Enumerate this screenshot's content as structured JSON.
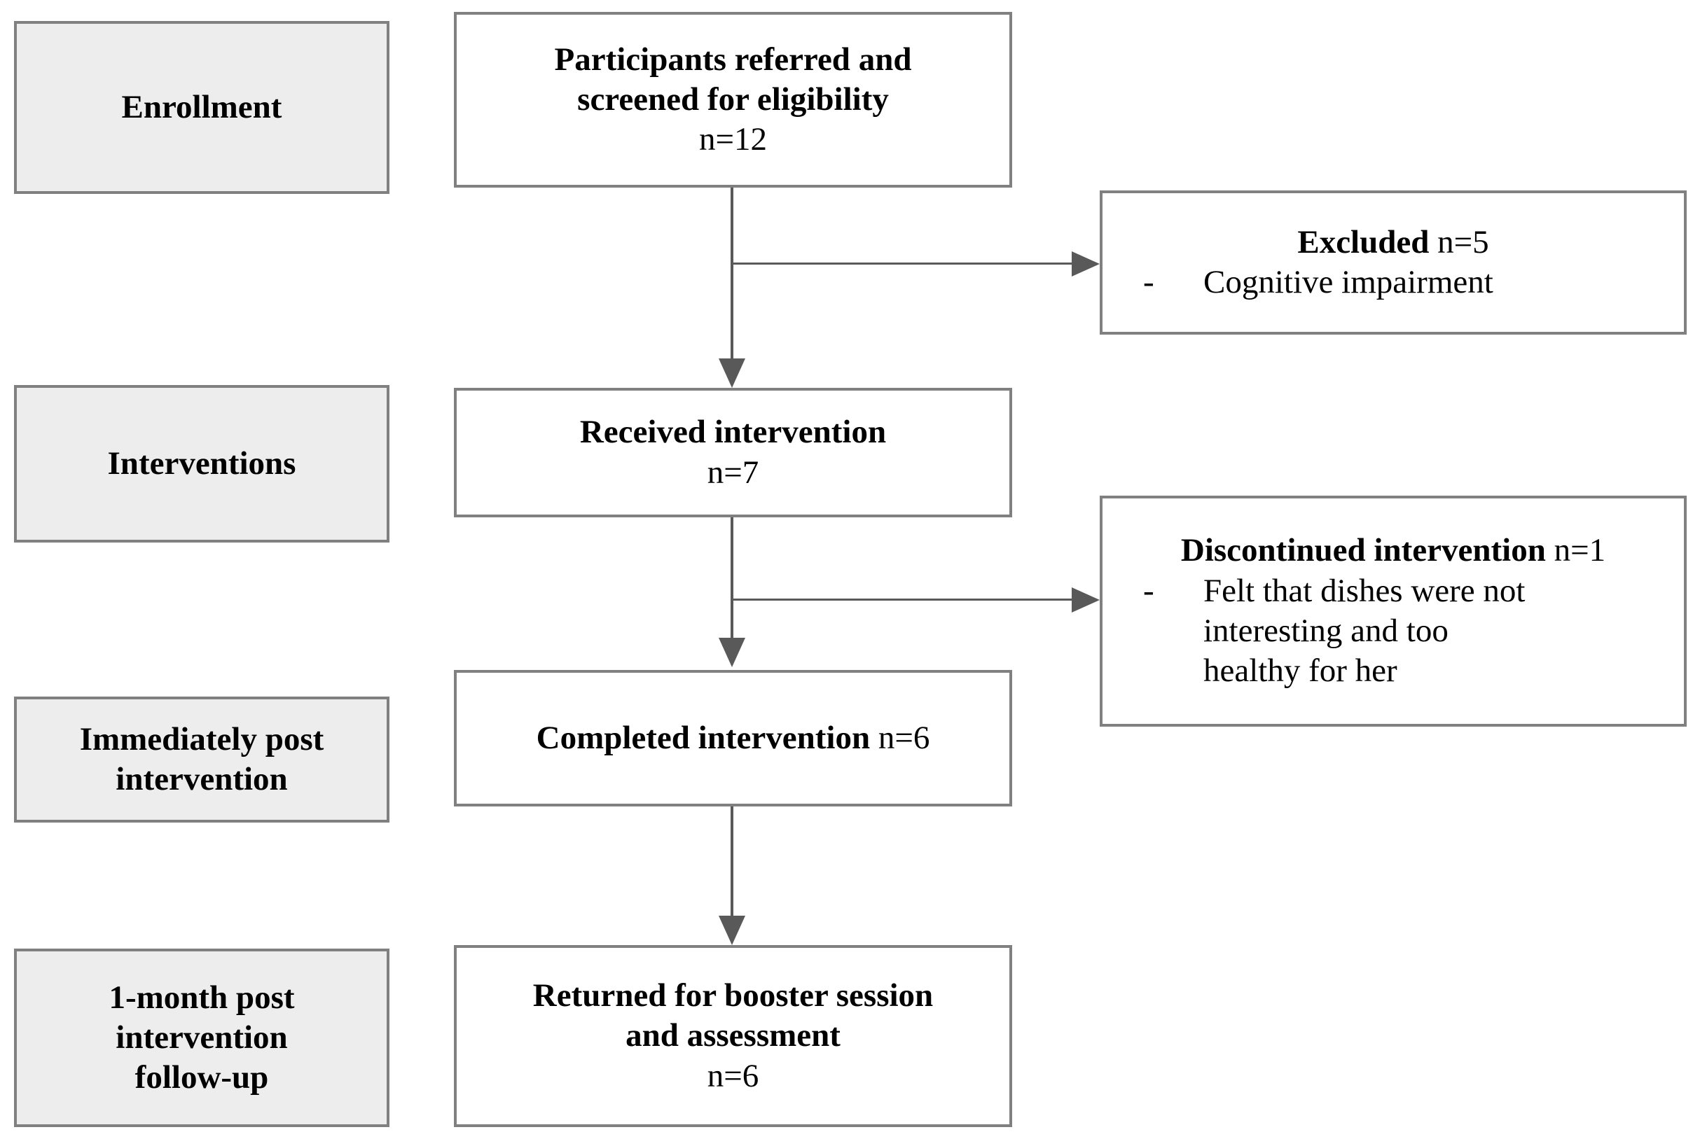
{
  "figure": {
    "type": "consort-flow-diagram",
    "stage_labels": [
      {
        "id": "enrollment",
        "lines": [
          "Enrollment"
        ]
      },
      {
        "id": "interventions",
        "lines": [
          "Interventions"
        ]
      },
      {
        "id": "immediately-post-intervention",
        "lines": [
          "Immediately post",
          "intervention"
        ]
      },
      {
        "id": "one-month-post-intervention-follow-up",
        "lines": [
          "1-month post",
          "intervention",
          "follow-up"
        ]
      }
    ],
    "flow_boxes": [
      {
        "id": "screened",
        "bold_lines": [
          "Participants referred and",
          "screened for eligibility"
        ],
        "regular_lines": [
          "n=12"
        ],
        "n": 12
      },
      {
        "id": "received-intervention",
        "bold_lines": [
          "Received intervention"
        ],
        "regular_lines": [
          "n=7"
        ],
        "n": 7
      },
      {
        "id": "completed-intervention",
        "bold_lines": [
          "Completed intervention"
        ],
        "inline_regular": " n=6",
        "regular_lines": [],
        "n": 6
      },
      {
        "id": "returned-booster",
        "bold_lines": [
          "Returned for booster session",
          "and assessment"
        ],
        "regular_lines": [
          "n=6"
        ],
        "n": 6
      }
    ],
    "side_boxes": [
      {
        "id": "excluded",
        "head_bold": "Excluded",
        "head_regular": " n=5",
        "n": 5,
        "dash": "-",
        "bullet_lines": [
          "Cognitive impairment"
        ]
      },
      {
        "id": "discontinued",
        "head_bold": "Discontinued intervention",
        "head_regular": " n=1",
        "n": 1,
        "dash": "-",
        "bullet_lines": [
          "Felt that dishes were not",
          "interesting and too",
          "healthy for her"
        ]
      }
    ],
    "colors": {
      "stage_fill": "#ededed",
      "border": "#808080",
      "connector": "#595959",
      "text": "#000000",
      "page_background": "#ffffff"
    }
  }
}
